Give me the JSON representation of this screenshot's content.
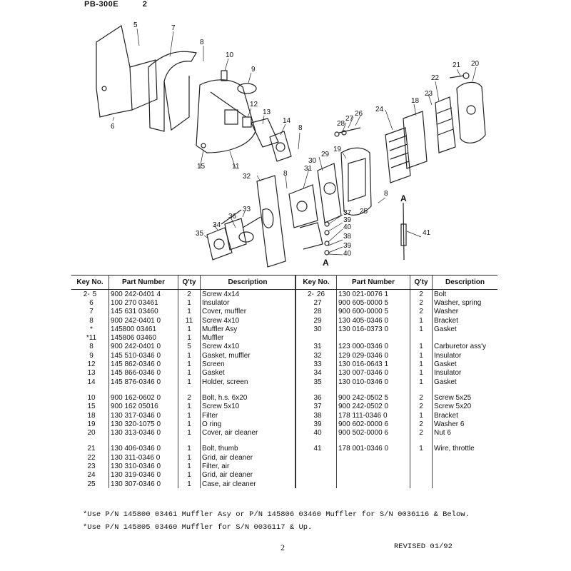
{
  "header": {
    "model": "PB-300E",
    "page": "2"
  },
  "diagram": {
    "callouts": [
      "5",
      "7",
      "8",
      "10",
      "9",
      "6",
      "12",
      "13",
      "14",
      "8",
      "15",
      "11",
      "21",
      "20",
      "22",
      "18",
      "23",
      "24",
      "28",
      "27",
      "26",
      "19",
      "29",
      "30",
      "31",
      "8",
      "32",
      "8",
      "25",
      "A",
      "33",
      "36",
      "34",
      "35",
      "37",
      "39",
      "40",
      "38",
      "39",
      "40",
      "A",
      "41"
    ]
  },
  "table": {
    "headers": {
      "key": "Key No.",
      "part": "Part Number",
      "qty": "Q'ty",
      "desc": "Description"
    },
    "left": [
      {
        "prefix": "2-",
        "key": "5",
        "part": "900 242-0401 4",
        "qty": "2",
        "desc": "Screw 4x14"
      },
      {
        "prefix": "",
        "key": "6",
        "part": "100 270 03461",
        "qty": "1",
        "desc": "Insulator"
      },
      {
        "prefix": "",
        "key": "7",
        "part": "145 631 03460",
        "qty": "1",
        "desc": "Cover, muffler"
      },
      {
        "prefix": "",
        "key": "8",
        "part": "900 242-0401 0",
        "qty": "11",
        "desc": "Screw 4x10"
      },
      {
        "prefix": "",
        "key": "*",
        "part": "145800 03461",
        "qty": "1",
        "desc": "Muffler Asy"
      },
      {
        "prefix": "",
        "key": "*11",
        "part": "145806 03460",
        "qty": "1",
        "desc": "Muffler"
      },
      {
        "prefix": "",
        "key": "8",
        "part": "900 242-0401 0",
        "qty": "5",
        "desc": "Screw 4x10"
      },
      {
        "prefix": "",
        "key": "9",
        "part": "145 510-0346 0",
        "qty": "1",
        "desc": "Gasket, muffler"
      },
      {
        "prefix": "",
        "key": "12",
        "part": "145 862-0346 0",
        "qty": "1",
        "desc": "Screen"
      },
      {
        "prefix": "",
        "key": "13",
        "part": "145 866-0346 0",
        "qty": "1",
        "desc": "Gasket"
      },
      {
        "prefix": "",
        "key": "14",
        "part": "145 876-0346 0",
        "qty": "1",
        "desc": "Holder, screen"
      },
      {
        "gap": true
      },
      {
        "prefix": "",
        "key": "10",
        "part": "900 162-0602 0",
        "qty": "2",
        "desc": "Bolt, h.s. 6x20"
      },
      {
        "prefix": "",
        "key": "15",
        "part": "900 162 05016",
        "qty": "1",
        "desc": "Screw 5x10"
      },
      {
        "prefix": "",
        "key": "18",
        "part": "130 317-0346 0",
        "qty": "1",
        "desc": "Filter"
      },
      {
        "prefix": "",
        "key": "19",
        "part": "130 320-1075 0",
        "qty": "1",
        "desc": "O ring"
      },
      {
        "prefix": "",
        "key": "20",
        "part": "130 313-0346 0",
        "qty": "1",
        "desc": "Cover, air cleaner"
      },
      {
        "gap": true
      },
      {
        "prefix": "",
        "key": "21",
        "part": "130 406-0346 0",
        "qty": "1",
        "desc": "Bolt, thumb"
      },
      {
        "prefix": "",
        "key": "22",
        "part": "130 311-0346 0",
        "qty": "1",
        "desc": "Grid, air cleaner"
      },
      {
        "prefix": "",
        "key": "23",
        "part": "130 310-0346 0",
        "qty": "1",
        "desc": "Filter, air"
      },
      {
        "prefix": "",
        "key": "24",
        "part": "130 319-0346 0",
        "qty": "1",
        "desc": "Grid, air cleaner"
      },
      {
        "prefix": "",
        "key": "25",
        "part": "130 307-0346 0",
        "qty": "1",
        "desc": "Case, air cleaner"
      }
    ],
    "right": [
      {
        "prefix": "2-",
        "key": "26",
        "part": "130 021-0076 1",
        "qty": "2",
        "desc": "Bolt"
      },
      {
        "prefix": "",
        "key": "27",
        "part": "900 605-0000 5",
        "qty": "2",
        "desc": "Washer, spring"
      },
      {
        "prefix": "",
        "key": "28",
        "part": "900 600-0000 5",
        "qty": "2",
        "desc": "Washer"
      },
      {
        "prefix": "",
        "key": "29",
        "part": "130 405-0346 0",
        "qty": "1",
        "desc": "Bracket"
      },
      {
        "prefix": "",
        "key": "30",
        "part": "130 016-0373 0",
        "qty": "1",
        "desc": "Gasket"
      },
      {
        "gap": true
      },
      {
        "prefix": "",
        "key": "31",
        "part": "123 000-0346 0",
        "qty": "1",
        "desc": "Carburetor ass'y"
      },
      {
        "prefix": "",
        "key": "32",
        "part": "129 029-0346 0",
        "qty": "1",
        "desc": "Insulator"
      },
      {
        "prefix": "",
        "key": "33",
        "part": "130 016-0643 1",
        "qty": "1",
        "desc": "Gasket"
      },
      {
        "prefix": "",
        "key": "34",
        "part": "130 007-0346 0",
        "qty": "1",
        "desc": "Insulator"
      },
      {
        "prefix": "",
        "key": "35",
        "part": "130 010-0346 0",
        "qty": "1",
        "desc": "Gasket"
      },
      {
        "gap": true
      },
      {
        "prefix": "",
        "key": "36",
        "part": "900 242-0502 5",
        "qty": "2",
        "desc": "Screw 5x25"
      },
      {
        "prefix": "",
        "key": "37",
        "part": "900 242-0502 0",
        "qty": "2",
        "desc": "Screw 5x20"
      },
      {
        "prefix": "",
        "key": "38",
        "part": "178 111-0346 0",
        "qty": "1",
        "desc": "Bracket"
      },
      {
        "prefix": "",
        "key": "39",
        "part": "900 602-0000 6",
        "qty": "2",
        "desc": "Washer 6"
      },
      {
        "prefix": "",
        "key": "40",
        "part": "900 502-0000 6",
        "qty": "2",
        "desc": "Nut 6"
      },
      {
        "gap": true
      },
      {
        "prefix": "",
        "key": "41",
        "part": "178 001-0346 0",
        "qty": "1",
        "desc": "Wire, throttle"
      }
    ]
  },
  "notes": [
    "*Use P/N 145800 03461 Muffler Asy or P/N 145806 03460 Muffler for S/N 0036116 & Below.",
    "*Use P/N 145805 03460 Muffler for S/N 0036117 & Up."
  ],
  "footer": {
    "page_number": "2",
    "revised": "REVISED 01/92"
  }
}
